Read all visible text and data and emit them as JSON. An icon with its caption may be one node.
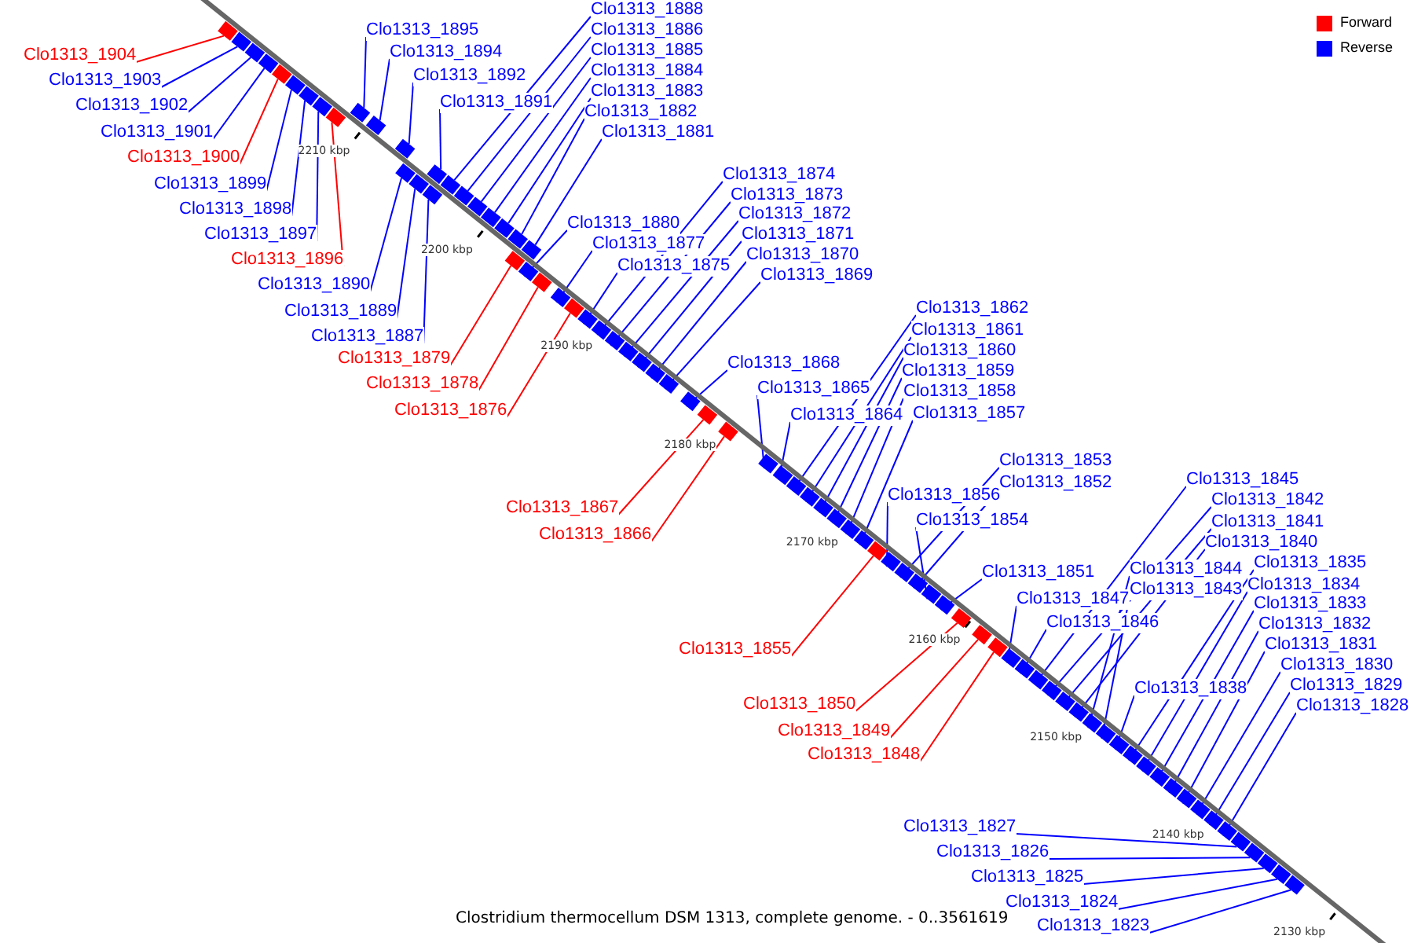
{
  "diagram": {
    "caption": "Clostridium thermocellum DSM 1313, complete genome. - 0..3561619",
    "nodes": [
      {
        "text": [
          "Clo1313_1904"
        ]
      },
      {
        "text": [
          "Clo1313_1903"
        ]
      },
      {
        "text": [
          "Clo1313_1902"
        ]
      },
      {
        "text": [
          "Clo1313_1901"
        ]
      },
      {
        "text": [
          "Clo1313_1900"
        ]
      },
      {
        "text": [
          "Clo1313_1899"
        ]
      },
      {
        "text": [
          "Clo1313_1898"
        ]
      },
      {
        "text": [
          "Clo1313_1897"
        ]
      },
      {
        "text": [
          "Clo1313_1896"
        ]
      },
      {
        "text": [
          "Clo1313_1890"
        ]
      },
      {
        "text": [
          "Clo1313_1889"
        ]
      },
      {
        "text": [
          "Clo1313_1887"
        ]
      },
      {
        "text": [
          "Clo1313_1879"
        ]
      },
      {
        "text": [
          "Clo1313_1878"
        ]
      },
      {
        "text": [
          "Clo1313_1876"
        ]
      },
      {
        "text": [
          "Clo1313_1867"
        ]
      },
      {
        "text": [
          "Clo1313_1866"
        ]
      },
      {
        "text": [
          "Clo1313_1855"
        ]
      },
      {
        "text": [
          "Clo1313_1850"
        ]
      },
      {
        "text": [
          "Clo1313_1849"
        ]
      },
      {
        "text": [
          "Clo1313_1848"
        ]
      },
      {
        "text": [
          "Clo1313_1827"
        ]
      },
      {
        "text": [
          "Clo1313_1826"
        ]
      },
      {
        "text": [
          "Clo1313_1825"
        ]
      },
      {
        "text": [
          "Clo1313_1824"
        ]
      },
      {
        "text": [
          "Clo1313_1823"
        ]
      },
      {
        "text": [
          "Clo1313_1888"
        ]
      },
      {
        "text": [
          "Clo1313_1886"
        ]
      },
      {
        "text": [
          "Clo1313_1885"
        ]
      },
      {
        "text": [
          "Clo1313_1884"
        ]
      },
      {
        "text": [
          "Clo1313_1883"
        ]
      },
      {
        "text": [
          "Clo1313_1882"
        ]
      },
      {
        "text": [
          "Clo1313_1881"
        ]
      },
      {
        "text": [
          "Clo1313_1895"
        ]
      },
      {
        "text": [
          "Clo1313_1894"
        ]
      },
      {
        "text": [
          "Clo1313_1892"
        ]
      },
      {
        "text": [
          "Clo1313_1891"
        ]
      },
      {
        "text": [
          "Clo1313_1880"
        ]
      },
      {
        "text": [
          "Clo1313_1877"
        ]
      },
      {
        "text": [
          "Clo1313_1875"
        ]
      },
      {
        "text": [
          "Clo1313_1874"
        ]
      },
      {
        "text": [
          "Clo1313_1873"
        ]
      },
      {
        "text": [
          "Clo1313_1872"
        ]
      },
      {
        "text": [
          "Clo1313_1871"
        ]
      },
      {
        "text": [
          "Clo1313_1870"
        ]
      },
      {
        "text": [
          "Clo1313_1869"
        ]
      },
      {
        "text": [
          "Clo1313_1868"
        ]
      },
      {
        "text": [
          "Clo1313_1865"
        ]
      },
      {
        "text": [
          "Clo1313_1864"
        ]
      },
      {
        "text": [
          "Clo1313_1862"
        ]
      },
      {
        "text": [
          "Clo1313_1861"
        ]
      },
      {
        "text": [
          "Clo1313_1860"
        ]
      },
      {
        "text": [
          "Clo1313_1859"
        ]
      },
      {
        "text": [
          "Clo1313_1858"
        ]
      },
      {
        "text": [
          "Clo1313_1857"
        ]
      },
      {
        "text": [
          "Clo1313_1853"
        ]
      },
      {
        "text": [
          "Clo1313_1852"
        ]
      },
      {
        "text": [
          "Clo1313_1856"
        ]
      },
      {
        "text": [
          "Clo1313_1854"
        ]
      },
      {
        "text": [
          "Clo1313_1851"
        ]
      },
      {
        "text": [
          "Clo1313_1847"
        ]
      },
      {
        "text": [
          "Clo1313_1846"
        ]
      },
      {
        "text": [
          "Clo1313_1845"
        ]
      },
      {
        "text": [
          "Clo1313_1842"
        ]
      },
      {
        "text": [
          "Clo1313_1841"
        ]
      },
      {
        "text": [
          "Clo1313_1840"
        ]
      },
      {
        "text": [
          "Clo1313_1844"
        ]
      },
      {
        "text": [
          "Clo1313_1843"
        ]
      },
      {
        "text": [
          "Clo1313_1838"
        ]
      },
      {
        "text": [
          "Clo1313_1835"
        ]
      },
      {
        "text": [
          "Clo1313_1834"
        ]
      },
      {
        "text": [
          "Clo1313_1833"
        ]
      },
      {
        "text": [
          "Clo1313_1832"
        ]
      },
      {
        "text": [
          "Clo1313_1831"
        ]
      },
      {
        "text": [
          "Clo1313_1830"
        ]
      },
      {
        "text": [
          "Clo1313_1829"
        ]
      },
      {
        "text": [
          "Clo1313_1828"
        ]
      },
      {
        "text": [],
        "shape": "box"
      },
      {
        "text": [],
        "shape": "box"
      },
      {
        "text": [],
        "shape": "box"
      },
      {
        "text": [],
        "shape": "box"
      },
      {
        "text": [],
        "shape": "box"
      },
      {
        "text": [],
        "shape": "box"
      },
      {
        "text": [],
        "shape": "box"
      },
      {
        "text": [],
        "shape": "box"
      },
      {
        "text": [],
        "shape": "box"
      },
      {
        "text": [],
        "shape": "box"
      },
      {
        "text": [],
        "shape": "box"
      },
      {
        "text": [],
        "shape": "box"
      },
      {
        "text": [],
        "shape": "box"
      },
      {
        "text": [],
        "shape": "box"
      },
      {
        "text": [],
        "shape": "box"
      },
      {
        "text": [],
        "shape": "box"
      },
      {
        "text": [],
        "shape": "box"
      },
      {
        "text": [],
        "shape": "box"
      },
      {
        "text": [],
        "shape": "box"
      },
      {
        "text": [],
        "shape": "box"
      },
      {
        "text": [],
        "shape": "box"
      },
      {
        "text": [],
        "shape": "box"
      },
      {
        "text": [],
        "shape": "box"
      },
      {
        "text": [],
        "shape": "box"
      },
      {
        "text": [],
        "shape": "box"
      },
      {
        "text": [],
        "shape": "box"
      },
      {
        "text": [],
        "shape": "box"
      },
      {
        "text": [],
        "shape": "box"
      },
      {
        "text": [],
        "shape": "box"
      },
      {
        "text": [],
        "shape": "box"
      },
      {
        "text": [],
        "shape": "box"
      },
      {
        "text": [],
        "shape": "box"
      },
      {
        "text": [],
        "shape": "box"
      },
      {
        "text": [],
        "shape": "box"
      },
      {
        "text": [],
        "shape": "box"
      },
      {
        "text": [],
        "shape": "box"
      },
      {
        "text": [],
        "shape": "box"
      },
      {
        "text": [],
        "shape": "box"
      },
      {
        "text": [],
        "shape": "box"
      },
      {
        "text": [],
        "shape": "box"
      },
      {
        "text": [],
        "shape": "box"
      },
      {
        "text": [],
        "shape": "box"
      },
      {
        "text": [],
        "shape": "box"
      },
      {
        "text": [],
        "shape": "box"
      },
      {
        "text": [],
        "shape": "box"
      },
      {
        "text": [],
        "shape": "box"
      },
      {
        "text": [],
        "shape": "box"
      },
      {
        "text": [],
        "shape": "box"
      },
      {
        "text": [],
        "shape": "box"
      },
      {
        "text": [],
        "shape": "box"
      },
      {
        "text": [],
        "shape": "box"
      },
      {
        "text": [],
        "shape": "box"
      },
      {
        "text": [],
        "shape": "box"
      },
      {
        "text": [],
        "shape": "box"
      },
      {
        "text": [],
        "shape": "box"
      },
      {
        "text": [],
        "shape": "box"
      },
      {
        "text": [],
        "shape": "box"
      },
      {
        "text": [],
        "shape": "box"
      },
      {
        "text": [],
        "shape": "box"
      },
      {
        "text": [],
        "shape": "box"
      },
      {
        "text": [],
        "shape": "box"
      },
      {
        "text": [],
        "shape": "box"
      },
      {
        "text": [],
        "shape": "box"
      },
      {
        "text": [],
        "shape": "box"
      },
      {
        "text": [],
        "shape": "box"
      },
      {
        "text": [],
        "shape": "box"
      },
      {
        "text": [],
        "shape": "box"
      },
      {
        "text": [],
        "shape": "box"
      },
      {
        "text": [],
        "shape": "box"
      },
      {
        "text": [],
        "shape": "box"
      },
      {
        "text": [],
        "shape": "box"
      },
      {
        "text": [],
        "shape": "box"
      },
      {
        "text": [],
        "shape": "box"
      },
      {
        "text": [],
        "shape": "box"
      },
      {
        "text": [],
        "shape": "box"
      },
      {
        "text": [],
        "shape": "box"
      },
      {
        "text": [],
        "shape": "box"
      }
    ],
    "edges": [
      {
        "from": 0,
        "to": 77,
        "arrow": "none",
        "color": "#ff0000"
      },
      {
        "from": 1,
        "to": 78,
        "arrow": "none"
      },
      {
        "from": 2,
        "to": 79,
        "arrow": "none"
      },
      {
        "from": 3,
        "to": 80,
        "arrow": "none"
      },
      {
        "from": 4,
        "to": 81,
        "arrow": "none",
        "color": "#ff0000"
      },
      {
        "from": 5,
        "to": 82,
        "arrow": "none"
      },
      {
        "from": 6,
        "to": 83,
        "arrow": "none"
      },
      {
        "from": 7,
        "to": 84,
        "arrow": "none"
      },
      {
        "from": 8,
        "to": 85,
        "arrow": "none",
        "color": "#ff0000"
      },
      {
        "from": 9,
        "to": 86,
        "arrow": "none"
      },
      {
        "from": 10,
        "to": 87,
        "arrow": "none"
      },
      {
        "from": 11,
        "to": 88,
        "arrow": "none"
      },
      {
        "from": 12,
        "to": 89,
        "arrow": "none",
        "color": "#ff0000"
      },
      {
        "from": 13,
        "to": 90,
        "arrow": "none",
        "color": "#ff0000"
      },
      {
        "from": 14,
        "to": 91,
        "arrow": "none",
        "color": "#ff0000"
      },
      {
        "from": 15,
        "to": 92,
        "arrow": "none",
        "color": "#ff0000"
      },
      {
        "from": 16,
        "to": 93,
        "arrow": "none",
        "color": "#ff0000"
      },
      {
        "from": 17,
        "to": 94,
        "arrow": "none",
        "color": "#ff0000"
      },
      {
        "from": 18,
        "to": 95,
        "arrow": "none",
        "color": "#ff0000"
      },
      {
        "from": 19,
        "to": 96,
        "arrow": "none",
        "color": "#ff0000"
      },
      {
        "from": 20,
        "to": 97,
        "arrow": "none",
        "color": "#ff0000"
      },
      {
        "from": 21,
        "to": 98,
        "arrow": "none"
      },
      {
        "from": 22,
        "to": 99,
        "arrow": "none"
      },
      {
        "from": 23,
        "to": 100,
        "arrow": "none"
      },
      {
        "from": 24,
        "to": 101,
        "arrow": "none"
      },
      {
        "from": 25,
        "to": 102,
        "arrow": "none"
      },
      {
        "from": 26,
        "to": 103,
        "arrow": "none"
      },
      {
        "from": 27,
        "to": 104,
        "arrow": "none"
      },
      {
        "from": 28,
        "to": 105,
        "arrow": "none"
      },
      {
        "from": 29,
        "to": 106,
        "arrow": "none"
      },
      {
        "from": 30,
        "to": 107,
        "arrow": "none"
      },
      {
        "from": 31,
        "to": 108,
        "arrow": "none"
      },
      {
        "from": 32,
        "to": 109,
        "arrow": "none"
      },
      {
        "from": 33,
        "to": 110,
        "arrow": "none"
      },
      {
        "from": 34,
        "to": 111,
        "arrow": "none"
      },
      {
        "from": 35,
        "to": 112,
        "arrow": "none"
      },
      {
        "from": 36,
        "to": 113,
        "arrow": "none"
      },
      {
        "from": 37,
        "to": 114,
        "arrow": "none"
      },
      {
        "from": 38,
        "to": 115,
        "arrow": "none"
      },
      {
        "from": 39,
        "to": 116,
        "arrow": "none"
      },
      {
        "from": 40,
        "to": 117,
        "arrow": "none"
      },
      {
        "from": 41,
        "to": 118,
        "arrow": "none"
      },
      {
        "from": 42,
        "to": 119,
        "arrow": "none"
      },
      {
        "from": 43,
        "to": 120,
        "arrow": "none"
      },
      {
        "from": 44,
        "to": 121,
        "arrow": "none"
      },
      {
        "from": 45,
        "to": 122,
        "arrow": "none"
      },
      {
        "from": 46,
        "to": 123,
        "arrow": "none"
      },
      {
        "from": 47,
        "to": 124,
        "arrow": "none"
      },
      {
        "from": 48,
        "to": 125,
        "arrow": "none"
      },
      {
        "from": 49,
        "to": 126,
        "arrow": "none"
      },
      {
        "from": 50,
        "to": 127,
        "arrow": "none"
      },
      {
        "from": 51,
        "to": 128,
        "arrow": "none"
      },
      {
        "from": 52,
        "to": 129,
        "arrow": "none"
      },
      {
        "from": 53,
        "to": 130,
        "arrow": "none"
      },
      {
        "from": 54,
        "to": 131,
        "arrow": "none"
      },
      {
        "from": 55,
        "to": 132,
        "arrow": "none"
      },
      {
        "from": 56,
        "to": 133,
        "arrow": "none"
      },
      {
        "from": 57,
        "to": 134,
        "arrow": "none"
      },
      {
        "from": 58,
        "to": 135,
        "arrow": "none"
      },
      {
        "from": 59,
        "to": 136,
        "arrow": "none"
      },
      {
        "from": 60,
        "to": 137,
        "arrow": "none"
      },
      {
        "from": 61,
        "to": 138,
        "arrow": "none"
      },
      {
        "from": 62,
        "to": 139,
        "arrow": "none"
      },
      {
        "from": 63,
        "to": 140,
        "arrow": "none"
      },
      {
        "from": 64,
        "to": 141,
        "arrow": "none"
      },
      {
        "from": 65,
        "to": 142,
        "arrow": "none"
      },
      {
        "from": 66,
        "to": 143,
        "arrow": "none"
      },
      {
        "from": 67,
        "to": 144,
        "arrow": "none"
      },
      {
        "from": 68,
        "to": 145,
        "arrow": "none"
      },
      {
        "from": 69,
        "to": 146,
        "arrow": "none"
      },
      {
        "from": 70,
        "to": 147,
        "arrow": "none"
      },
      {
        "from": 71,
        "to": 148,
        "arrow": "none"
      },
      {
        "from": 72,
        "to": 149,
        "arrow": "none"
      },
      {
        "from": 73,
        "to": 150,
        "arrow": "none"
      },
      {
        "from": 74,
        "to": 151,
        "arrow": "none"
      },
      {
        "from": 75,
        "to": 152,
        "arrow": "none"
      },
      {
        "from": 76,
        "to": 153,
        "arrow": "none"
      }
    ],
    "labels": [
      "2210 kbp",
      "2200 kbp",
      "2190 kbp",
      "2180 kbp",
      "2170 kbp",
      "2160 kbp",
      "2150 kbp",
      "2140 kbp",
      "2130 kbp"
    ],
    "legend": [
      {
        "text": "Forward",
        "color": "#ff0000"
      },
      {
        "text": "Reverse",
        "color": "#0000ff"
      }
    ]
  }
}
